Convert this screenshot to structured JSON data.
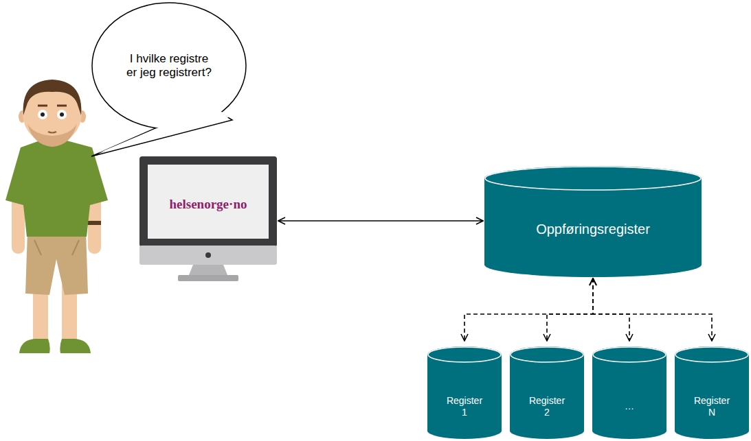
{
  "diagram": {
    "nodes": [
      {
        "text": [
          "I hvilke registre er jeg registrert?"
        ]
      },
      {
        "text": [
          "helsenorge·no"
        ]
      },
      {
        "text": [
          "Oppføringsregister"
        ]
      },
      {
        "text": [
          "Register 1"
        ]
      },
      {
        "text": [
          "Register 2"
        ]
      },
      {
        "text": [
          "…"
        ]
      },
      {
        "text": [
          "Register N"
        ]
      }
    ],
    "edges": [
      {
        "from": 1,
        "to": 2,
        "arrow": "both"
      },
      {
        "from": 2,
        "to": 3,
        "arrow": "both"
      },
      {
        "from": 2,
        "to": 4,
        "arrow": "both"
      },
      {
        "from": 2,
        "to": 5,
        "arrow": "both"
      },
      {
        "from": 2,
        "to": 6,
        "arrow": "both"
      }
    ]
  }
}
